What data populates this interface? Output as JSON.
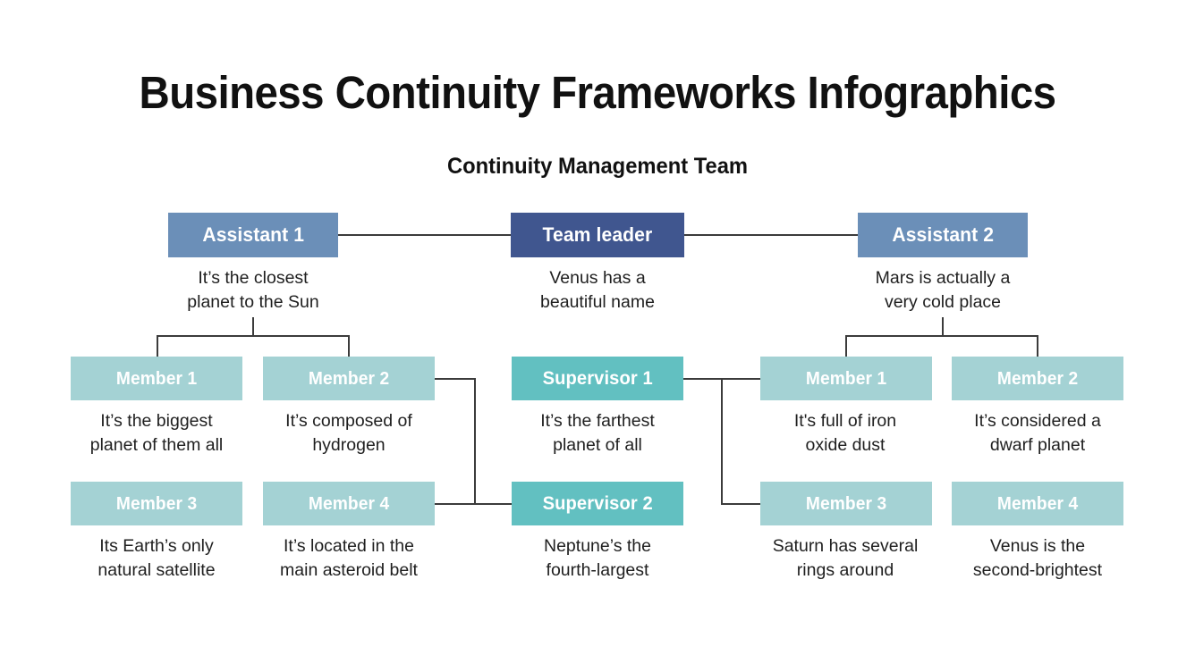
{
  "page": {
    "title": "Business Continuity Frameworks Infographics",
    "section_title": "Continuity Management Team",
    "background_color": "#ffffff",
    "text_color": "#1a1a1a",
    "connector_color": "#3b3b3b"
  },
  "palette": {
    "team_leader": "#40568f",
    "assistant": "#6b8fb8",
    "supervisor": "#62c0c1",
    "member": "#a4d2d4",
    "node_label": "#ffffff"
  },
  "chart_data": {
    "type": "diagram",
    "diagram_type": "organizational-chart",
    "title": "Continuity Management Team",
    "levels": [
      {
        "level": 1,
        "nodes": [
          {
            "id": "assistant-1",
            "label": "Assistant 1",
            "role": "assistant",
            "caption": "It’s the closest planet to the Sun",
            "color": "#6b8fb8"
          },
          {
            "id": "team-leader",
            "label": "Team leader",
            "role": "team_leader",
            "caption": "Venus has a beautiful name",
            "color": "#40568f"
          },
          {
            "id": "assistant-2",
            "label": "Assistant 2",
            "role": "assistant",
            "caption": "Mars is actually a very cold place",
            "color": "#6b8fb8"
          }
        ]
      },
      {
        "level": 2,
        "nodes": [
          {
            "id": "left-member-1",
            "label": "Member 1",
            "role": "member",
            "caption": "It’s the biggest planet of them all",
            "color": "#a4d2d4"
          },
          {
            "id": "left-member-2",
            "label": "Member 2",
            "role": "member",
            "caption": "It’s composed of hydrogen",
            "color": "#a4d2d4"
          },
          {
            "id": "supervisor-1",
            "label": "Supervisor 1",
            "role": "supervisor",
            "caption": "It’s the farthest planet of all",
            "color": "#62c0c1"
          },
          {
            "id": "right-member-1",
            "label": "Member 1",
            "role": "member",
            "caption": "It's full of iron oxide dust",
            "color": "#a4d2d4"
          },
          {
            "id": "right-member-2",
            "label": "Member 2",
            "role": "member",
            "caption": "It’s considered a dwarf planet",
            "color": "#a4d2d4"
          }
        ]
      },
      {
        "level": 3,
        "nodes": [
          {
            "id": "left-member-3",
            "label": "Member 3",
            "role": "member",
            "caption": "Its Earth’s only natural satellite",
            "color": "#a4d2d4"
          },
          {
            "id": "left-member-4",
            "label": "Member 4",
            "role": "member",
            "caption": "It’s located in the main asteroid belt",
            "color": "#a4d2d4"
          },
          {
            "id": "supervisor-2",
            "label": "Supervisor 2",
            "role": "supervisor",
            "caption": "Neptune’s the fourth-largest",
            "color": "#62c0c1"
          },
          {
            "id": "right-member-3",
            "label": "Member 3",
            "role": "member",
            "caption": "Saturn has several rings around",
            "color": "#a4d2d4"
          },
          {
            "id": "right-member-4",
            "label": "Member 4",
            "role": "member",
            "caption": "Venus is the second-brightest",
            "color": "#a4d2d4"
          }
        ]
      }
    ],
    "connections": [
      {
        "from": "assistant-1",
        "to": "team-leader"
      },
      {
        "from": "team-leader",
        "to": "assistant-2"
      },
      {
        "from": "assistant-1",
        "to": "left-member-1"
      },
      {
        "from": "assistant-1",
        "to": "left-member-2"
      },
      {
        "from": "assistant-2",
        "to": "right-member-1"
      },
      {
        "from": "assistant-2",
        "to": "right-member-2"
      },
      {
        "from": "left-member-2",
        "to": "supervisor-2"
      },
      {
        "from": "left-member-4",
        "to": "supervisor-2"
      },
      {
        "from": "supervisor-1",
        "to": "right-member-1"
      },
      {
        "from": "supervisor-1",
        "to": "right-member-3"
      }
    ]
  },
  "nodes": {
    "assistant_1": {
      "label": "Assistant 1",
      "caption_line1": "It’s the closest",
      "caption_line2": "planet to the Sun"
    },
    "team_leader": {
      "label": "Team leader",
      "caption_line1": "Venus has a",
      "caption_line2": "beautiful name"
    },
    "assistant_2": {
      "label": "Assistant 2",
      "caption_line1": "Mars is actually a",
      "caption_line2": "very cold place"
    },
    "left_member_1": {
      "label": "Member 1",
      "caption_line1": "It’s the biggest",
      "caption_line2": "planet of them all"
    },
    "left_member_2": {
      "label": "Member 2",
      "caption_line1": "It’s composed of",
      "caption_line2": "hydrogen"
    },
    "supervisor_1": {
      "label": "Supervisor 1",
      "caption_line1": "It’s the farthest",
      "caption_line2": "planet of all"
    },
    "right_member_1": {
      "label": "Member 1",
      "caption_line1": "It's full of iron",
      "caption_line2": "oxide dust"
    },
    "right_member_2": {
      "label": "Member 2",
      "caption_line1": "It’s considered a",
      "caption_line2": "dwarf planet"
    },
    "left_member_3": {
      "label": "Member 3",
      "caption_line1": "Its Earth’s only",
      "caption_line2": "natural satellite"
    },
    "left_member_4": {
      "label": "Member 4",
      "caption_line1": "It’s located in the",
      "caption_line2": "main asteroid belt"
    },
    "supervisor_2": {
      "label": "Supervisor 2",
      "caption_line1": "Neptune’s the",
      "caption_line2": "fourth-largest"
    },
    "right_member_3": {
      "label": "Member 3",
      "caption_line1": "Saturn has several",
      "caption_line2": "rings around"
    },
    "right_member_4": {
      "label": "Member 4",
      "caption_line1": "Venus is the",
      "caption_line2": "second-brightest"
    }
  }
}
